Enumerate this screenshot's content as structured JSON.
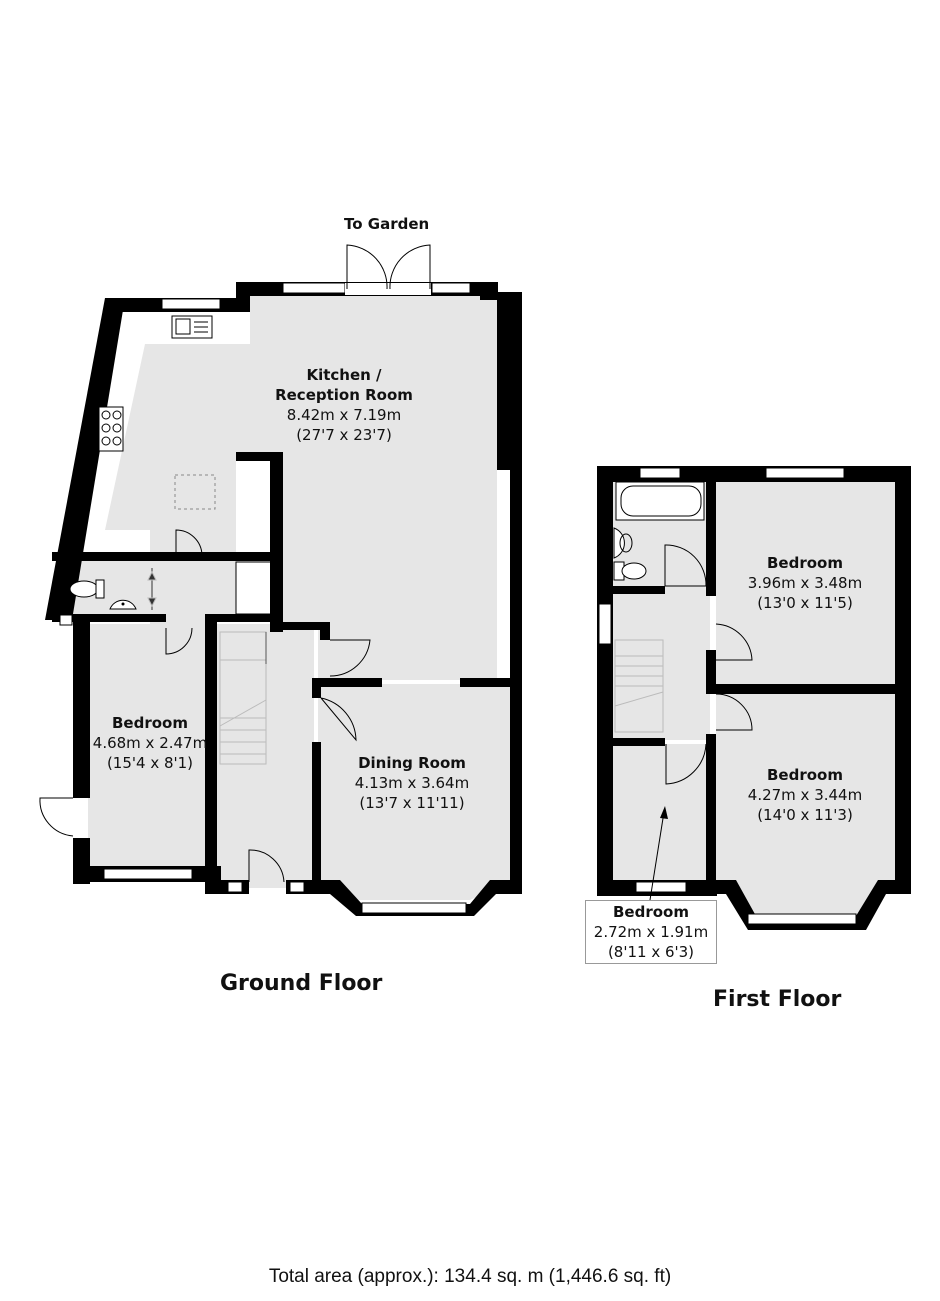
{
  "ground_floor": {
    "title": "Ground Floor",
    "garden_label": "To Garden",
    "rooms": [
      {
        "name": "Kitchen /",
        "name2": "Reception Room",
        "metric": "8.42m x 7.19m",
        "imperial": "(27'7 x 23'7)"
      },
      {
        "name": "Bedroom",
        "metric": "4.68m x 2.47m",
        "imperial": "(15'4 x 8'1)"
      },
      {
        "name": "Dining Room",
        "metric": "4.13m x 3.64m",
        "imperial": "(13'7 x 11'11)"
      }
    ]
  },
  "first_floor": {
    "title": "First Floor",
    "rooms": [
      {
        "name": "Bedroom",
        "metric": "3.96m x 3.48m",
        "imperial": "(13'0 x 11'5)"
      },
      {
        "name": "Bedroom",
        "metric": "4.27m x 3.44m",
        "imperial": "(14'0 x 11'3)"
      },
      {
        "name": "Bedroom",
        "metric": "2.72m x 1.91m",
        "imperial": "(8'11 x 6'3)"
      }
    ]
  },
  "total_area": "Total area (approx.): 134.4 sq. m (1,446.6 sq. ft)",
  "colors": {
    "wall": "#000000",
    "floor": "#e6e6e6",
    "window": "#ffffff"
  }
}
